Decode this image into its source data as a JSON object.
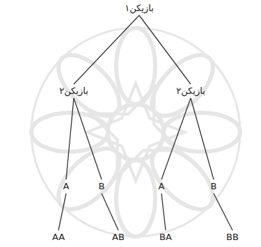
{
  "diagram": {
    "nodes": [
      {
        "text": [
          "بازیکن۱"
        ]
      },
      {
        "text": [
          "بازیکن۲"
        ]
      },
      {
        "text": [
          "بازیکن۲"
        ]
      },
      {
        "text": [
          "A"
        ]
      },
      {
        "text": [
          "B"
        ]
      },
      {
        "text": [
          "A"
        ]
      },
      {
        "text": [
          "B"
        ]
      },
      {
        "text": [
          "AA"
        ]
      },
      {
        "text": [
          "AB"
        ]
      },
      {
        "text": [
          "BA"
        ]
      },
      {
        "text": [
          "BB"
        ]
      }
    ],
    "edges": [
      {
        "from": 0,
        "to": 1,
        "arrow": "none"
      },
      {
        "from": 0,
        "to": 2,
        "arrow": "none"
      },
      {
        "from": 1,
        "to": 3,
        "arrow": "none"
      },
      {
        "from": 1,
        "to": 4,
        "arrow": "none"
      },
      {
        "from": 2,
        "to": 5,
        "arrow": "none"
      },
      {
        "from": 2,
        "to": 6,
        "arrow": "none"
      },
      {
        "from": 3,
        "to": 7,
        "arrow": "none"
      },
      {
        "from": 4,
        "to": 8,
        "arrow": "none"
      },
      {
        "from": 5,
        "to": 9,
        "arrow": "none"
      },
      {
        "from": 6,
        "to": 10,
        "arrow": "none"
      }
    ]
  }
}
